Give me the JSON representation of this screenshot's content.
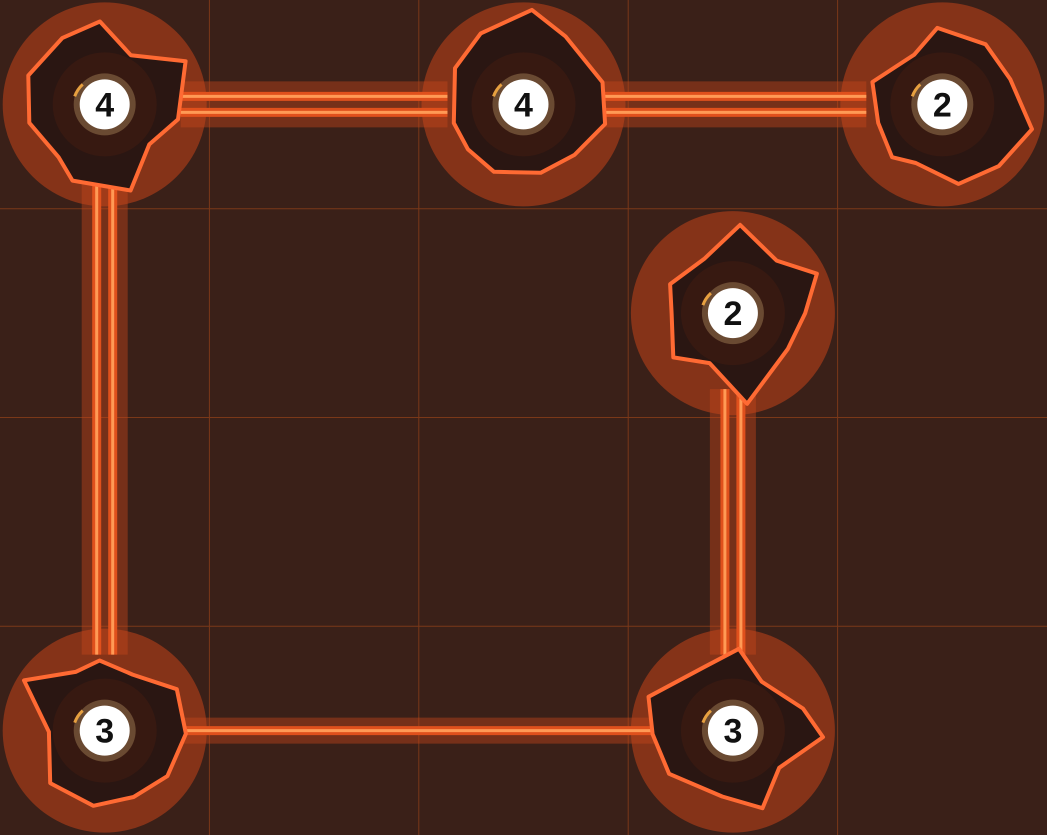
{
  "game": {
    "type": "hashi-bridges",
    "grid": {
      "cols": 5,
      "rows": 4
    }
  },
  "colors": {
    "background": "#3a2018",
    "grid_line": "#7a3818",
    "glow": "#c2441a",
    "crater_fill": "#2a1612",
    "crater_stroke": "#ff6a33",
    "bridge_core": "#ff9a55",
    "bridge_outer": "#e0501c",
    "badge_fill": "#ffffff",
    "badge_ring": "#6a4a32",
    "label": "#111111"
  },
  "islands": [
    {
      "id": "a",
      "col": 0,
      "row": 0,
      "value": 4,
      "label": "4"
    },
    {
      "id": "b",
      "col": 2,
      "row": 0,
      "value": 4,
      "label": "4"
    },
    {
      "id": "c",
      "col": 4,
      "row": 0,
      "value": 2,
      "label": "2"
    },
    {
      "id": "d",
      "col": 3,
      "row": 1,
      "value": 2,
      "label": "2"
    },
    {
      "id": "e",
      "col": 0,
      "row": 3,
      "value": 3,
      "label": "3"
    },
    {
      "id": "f",
      "col": 3,
      "row": 3,
      "value": 3,
      "label": "3"
    }
  ],
  "bridges": [
    {
      "from": "a",
      "to": "b",
      "count": 2
    },
    {
      "from": "b",
      "to": "c",
      "count": 2
    },
    {
      "from": "a",
      "to": "e",
      "count": 2
    },
    {
      "from": "d",
      "to": "f",
      "count": 2
    },
    {
      "from": "e",
      "to": "f",
      "count": 1
    }
  ]
}
